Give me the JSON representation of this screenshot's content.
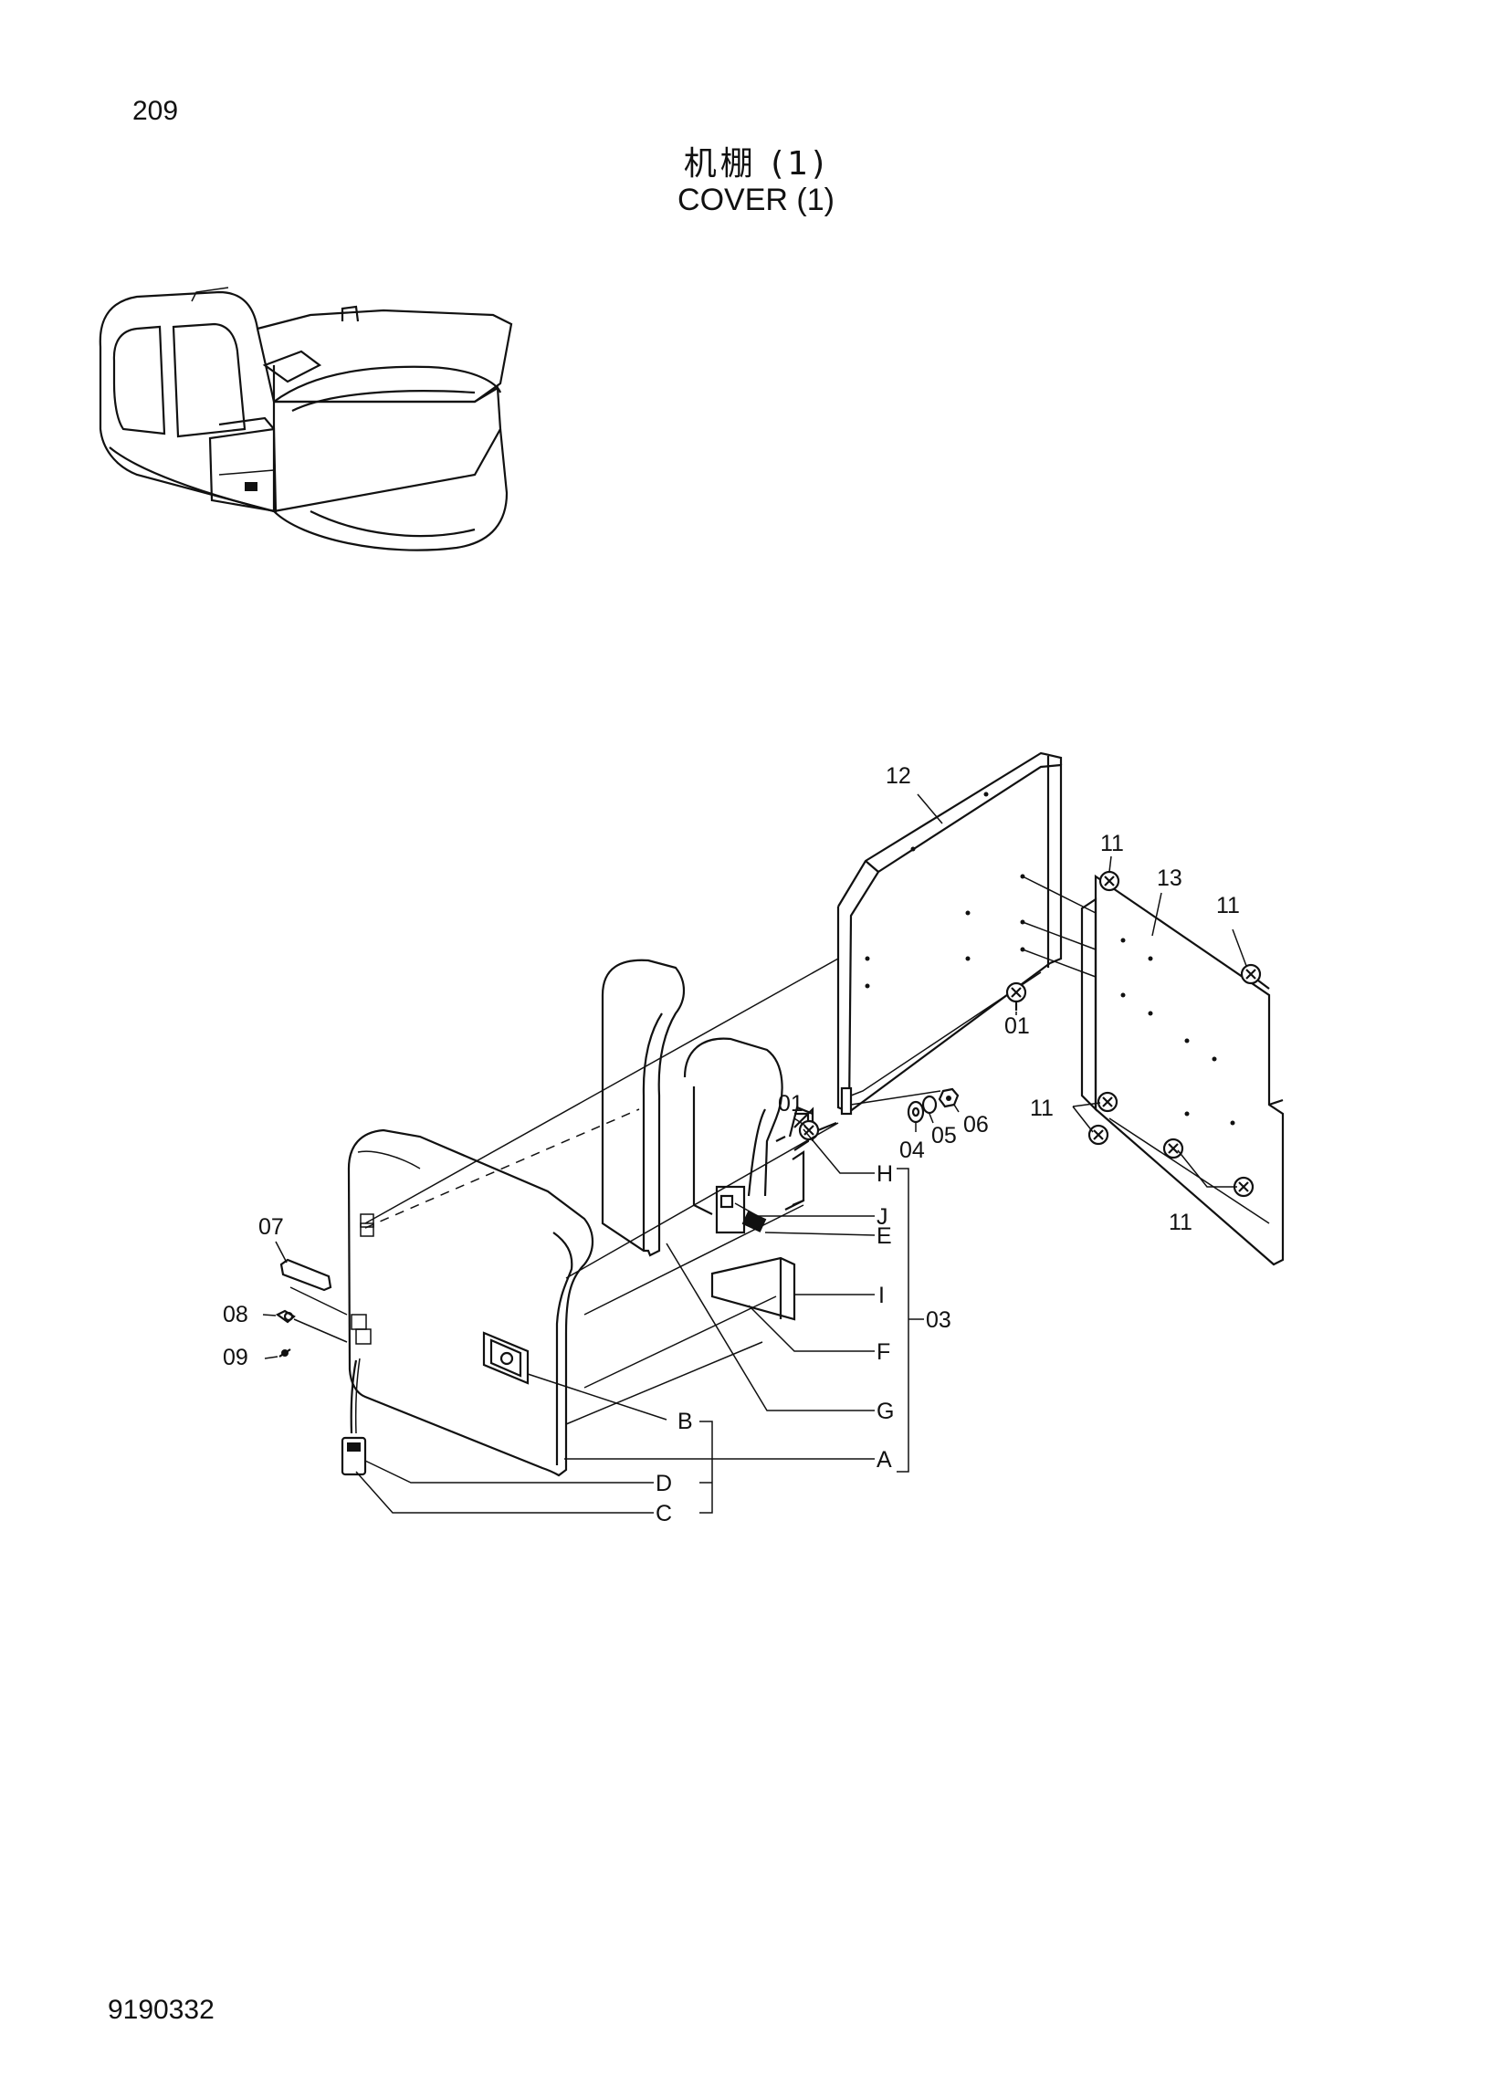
{
  "header": {
    "page_number": "209",
    "title_cn": "机棚 (1)",
    "title_en": "COVER (1)"
  },
  "footer": {
    "doc_code": "9190332"
  },
  "callouts": {
    "p01": "01",
    "p03": "03",
    "p04": "04",
    "p05": "05",
    "p06": "06",
    "p07": "07",
    "p08": "08",
    "p09": "09",
    "p11": "11",
    "p12": "12",
    "p13": "13",
    "A": "A",
    "B": "B",
    "C": "C",
    "D": "D",
    "E": "E",
    "F": "F",
    "G": "G",
    "H": "H",
    "I": "I",
    "J": "J"
  }
}
